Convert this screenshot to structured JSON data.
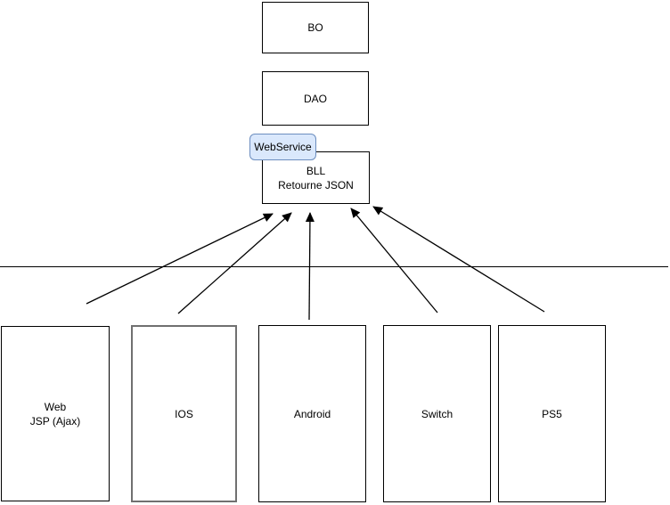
{
  "diagram": {
    "nodes": {
      "bo": {
        "label": "BO"
      },
      "dao": {
        "label": "DAO"
      },
      "bll": {
        "line1": "BLL",
        "line2": "Retourne JSON"
      },
      "webservice": {
        "label": "WebService"
      },
      "web": {
        "line1": "Web",
        "line2": "JSP (Ajax)"
      },
      "ios": {
        "label": "IOS"
      },
      "android": {
        "label": "Android"
      },
      "switch": {
        "label": "Switch"
      },
      "ps5": {
        "label": "PS5"
      }
    },
    "connections": [
      {
        "from": "Web JSP (Ajax)",
        "to": "BLL Retourne JSON"
      },
      {
        "from": "IOS",
        "to": "BLL Retourne JSON"
      },
      {
        "from": "Android",
        "to": "BLL Retourne JSON"
      },
      {
        "from": "Switch",
        "to": "BLL Retourne JSON"
      },
      {
        "from": "PS5",
        "to": "BLL Retourne JSON"
      }
    ],
    "colors": {
      "badge_fill": "#dae8fc",
      "badge_border": "#6c8ebf",
      "box_border": "#000000",
      "ios_border": "#707070",
      "arrow": "#000000"
    }
  }
}
